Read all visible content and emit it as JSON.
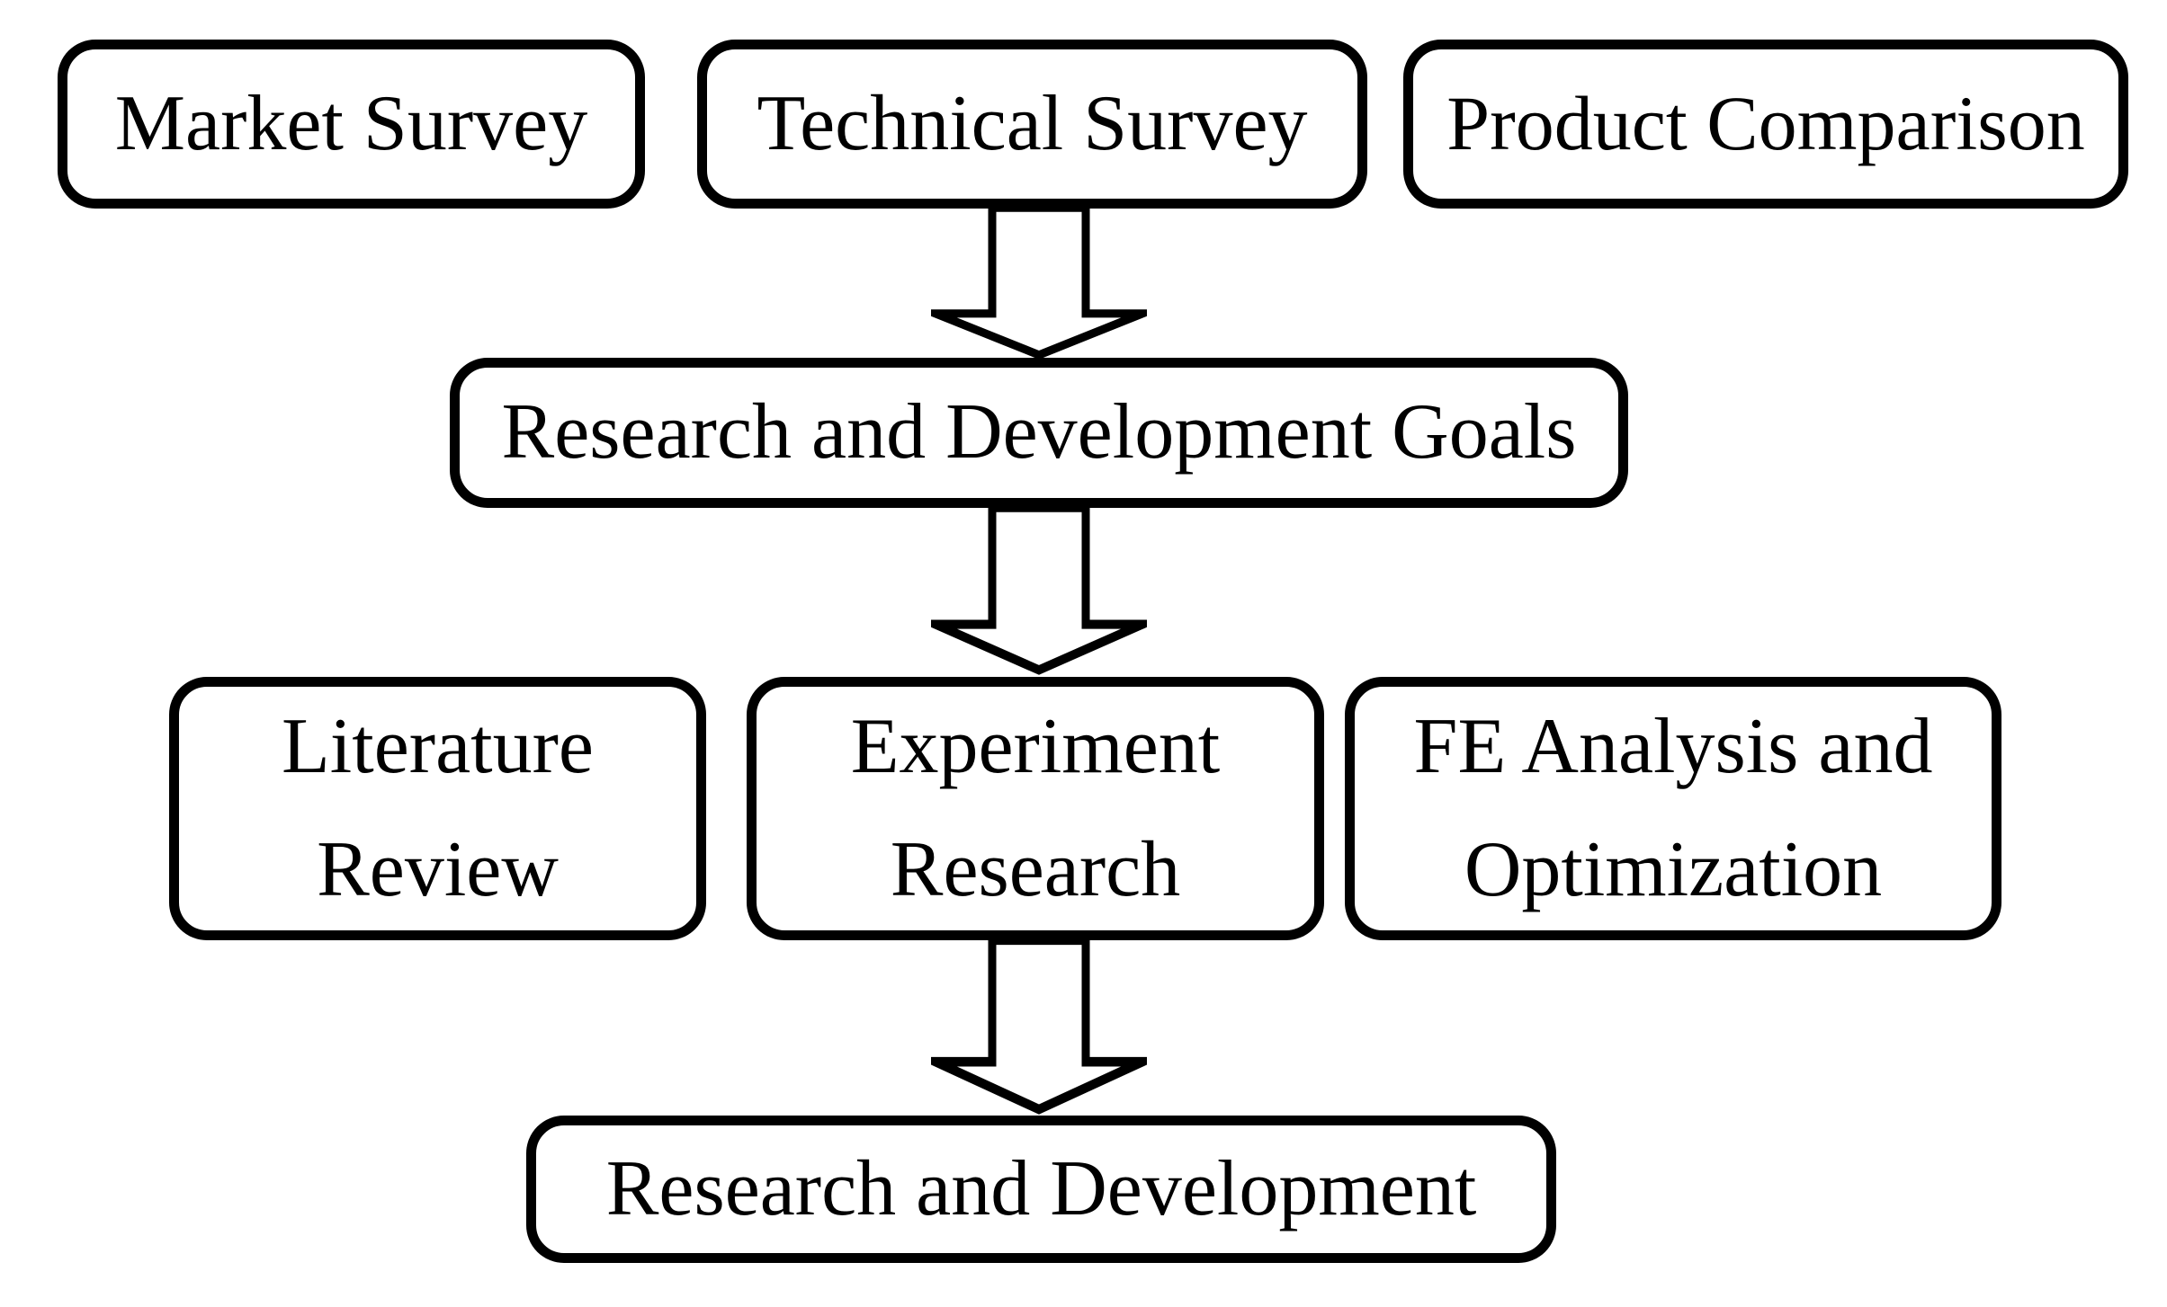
{
  "diagram": {
    "type": "flowchart",
    "background_color": "#ffffff",
    "line_color": "#000000",
    "nodes": [
      {
        "id": "market-survey",
        "label": "Market Survey",
        "row": 1
      },
      {
        "id": "technical-survey",
        "label": "Technical Survey",
        "row": 1
      },
      {
        "id": "product-comparison",
        "label": "Product Comparison",
        "row": 1
      },
      {
        "id": "research-and-development-goals",
        "label": "Research and Development Goals",
        "row": 2
      },
      {
        "id": "literature-review",
        "label": "Literature\nReview",
        "row": 3
      },
      {
        "id": "experiment-research",
        "label": "Experiment\nResearch",
        "row": 3
      },
      {
        "id": "fe-analysis-and-optimization",
        "label": "FE Analysis and\nOptimization",
        "row": 3
      },
      {
        "id": "research-and-development",
        "label": "Research and Development",
        "row": 4
      }
    ],
    "arrows": [
      {
        "from": "technical-survey",
        "to": "research-and-development-goals",
        "style": "outlined-block-arrow",
        "direction": "down"
      },
      {
        "from": "research-and-development-goals",
        "to": "experiment-research",
        "style": "outlined-block-arrow",
        "direction": "down"
      },
      {
        "from": "experiment-research",
        "to": "research-and-development",
        "style": "outlined-block-arrow",
        "direction": "down"
      }
    ]
  }
}
